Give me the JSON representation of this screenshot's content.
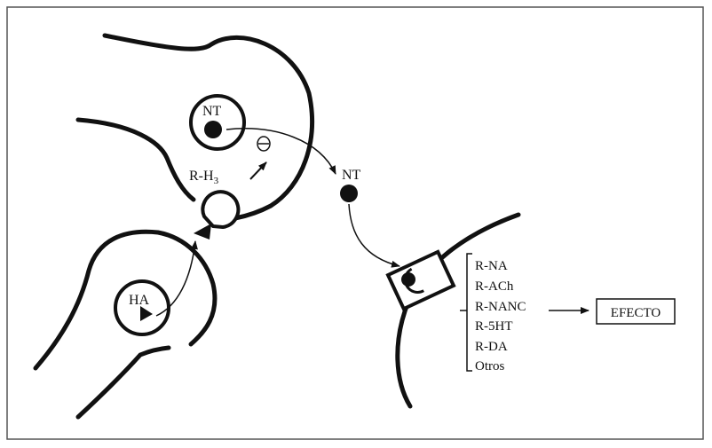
{
  "labels": {
    "nt_vesicle": "NT",
    "receptor_h3": "R-H",
    "receptor_h3_sub": "3",
    "inhibition_symbol": "⊖",
    "nt_released": "NT",
    "ha_vesicle": "HA",
    "effect_box": "EFECTO"
  },
  "receptors": [
    "R-NA",
    "R-ACh",
    "R-NANC",
    "R-5HT",
    "R-DA",
    "Otros"
  ],
  "colors": {
    "ink": "#111111",
    "background": "#ffffff",
    "frame": "#555555"
  }
}
